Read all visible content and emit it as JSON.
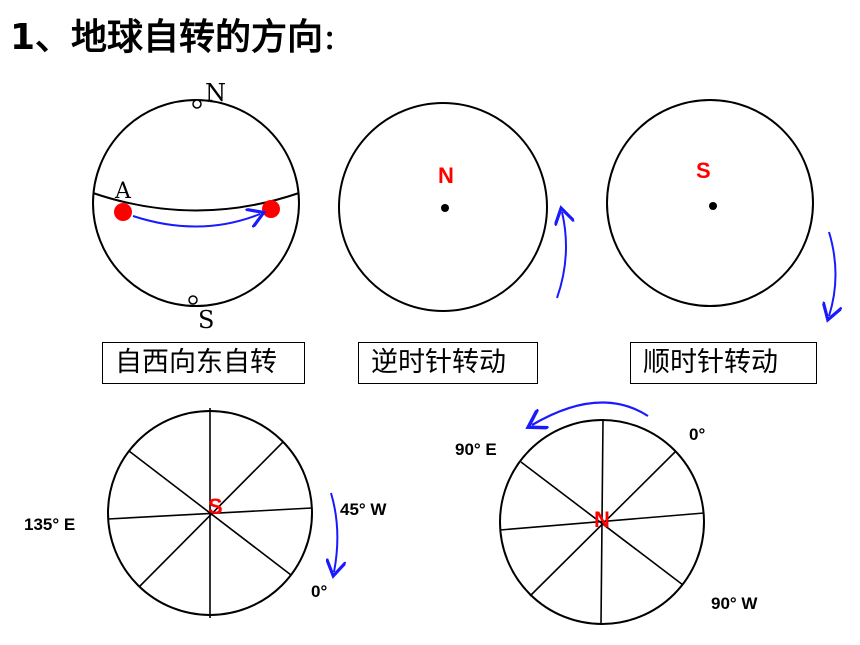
{
  "title": {
    "text": "1、地球自转的方向",
    "colon": "："
  },
  "diagram1": {
    "north": "N",
    "south": "S",
    "point": "A",
    "caption": "自西向东自转"
  },
  "diagram2": {
    "pole": "N",
    "caption": "逆时针转动"
  },
  "diagram3": {
    "pole": "S",
    "caption": "顺时针转动"
  },
  "diagram4": {
    "pole": "S",
    "left_label": "135° E",
    "right_label": "45° W",
    "bottom_label": "0°"
  },
  "diagram5": {
    "pole": "N",
    "left_label": "90° E",
    "right_top_label": "0°",
    "bottom_right_label": "90° W"
  },
  "colors": {
    "arrow": "#1a1aff",
    "pole_label": "#ff0000",
    "dot": "#ff0000"
  }
}
